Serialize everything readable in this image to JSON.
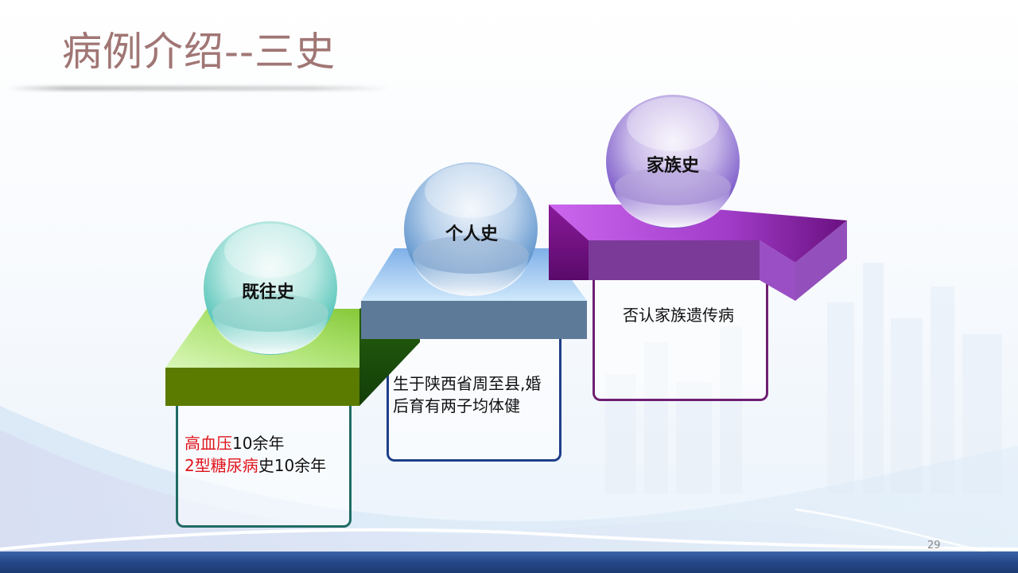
{
  "slide": {
    "title": "病例介绍--三史",
    "page_number": "29"
  },
  "sections": [
    {
      "label": "既往史",
      "color": "#7fc13a",
      "text_parts": [
        {
          "text": "高血压",
          "highlight": true
        },
        {
          "text": "10余年",
          "highlight": false
        },
        {
          "text": "2型糖尿病",
          "highlight": true
        },
        {
          "text": "史10余年",
          "highlight": false
        }
      ]
    },
    {
      "label": "个人史",
      "color": "#5a7898",
      "text": "生于陕西省周至县,婚后育有两子均体健"
    },
    {
      "label": "家族史",
      "color": "#8a3fa8",
      "text": "否认家族遗传病"
    }
  ],
  "colors": {
    "title": "#a07674",
    "highlight_red": "#e0141c",
    "footer_bar": "#26488a"
  }
}
